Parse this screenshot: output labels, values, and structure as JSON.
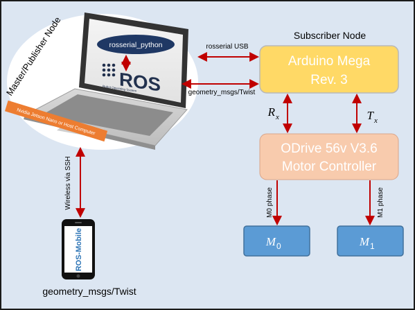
{
  "master_node": {
    "title": "Master/Publisher Node",
    "badge_text": "rosserial_python",
    "ros_logo_text": "ROS",
    "ros_logo_subtext": "Robot Operating System",
    "host_strip_text": "Nvidia Jetson Nano or Host Computer"
  },
  "subscriber_node": {
    "title": "Subscriber Node"
  },
  "arduino": {
    "line1": "Arduino Mega",
    "line2": "Rev. 3"
  },
  "odrive": {
    "line1": "ODrive 56v V3.6",
    "line2": "Motor Controller"
  },
  "motors": [
    {
      "label": "M",
      "subscript": "0"
    },
    {
      "label": "M",
      "subscript": "1"
    }
  ],
  "links": {
    "rosserial_usb": "rosserial USB",
    "twist_serial": "geometry_msgs/Twist",
    "rx": {
      "label": "R",
      "subscript": "x"
    },
    "tx": {
      "label": "T",
      "subscript": "x"
    },
    "m0_phase": "M0 phase",
    "m1_phase": "M1 phase",
    "wireless_ssh": "Wireless via SSH"
  },
  "mobile": {
    "app_name": "ROS-Mobile",
    "caption": "geometry_msgs/Twist"
  },
  "colors": {
    "background": "#dce6f2",
    "arrow": "#c00000",
    "arduino_fill": "#ffd966",
    "arduino_stroke": "#b8b8b8",
    "odrive_fill": "#f8cbad",
    "motor_fill": "#5b9bd5",
    "motor_stroke": "#41719c",
    "host_strip": "#ed7d31"
  }
}
